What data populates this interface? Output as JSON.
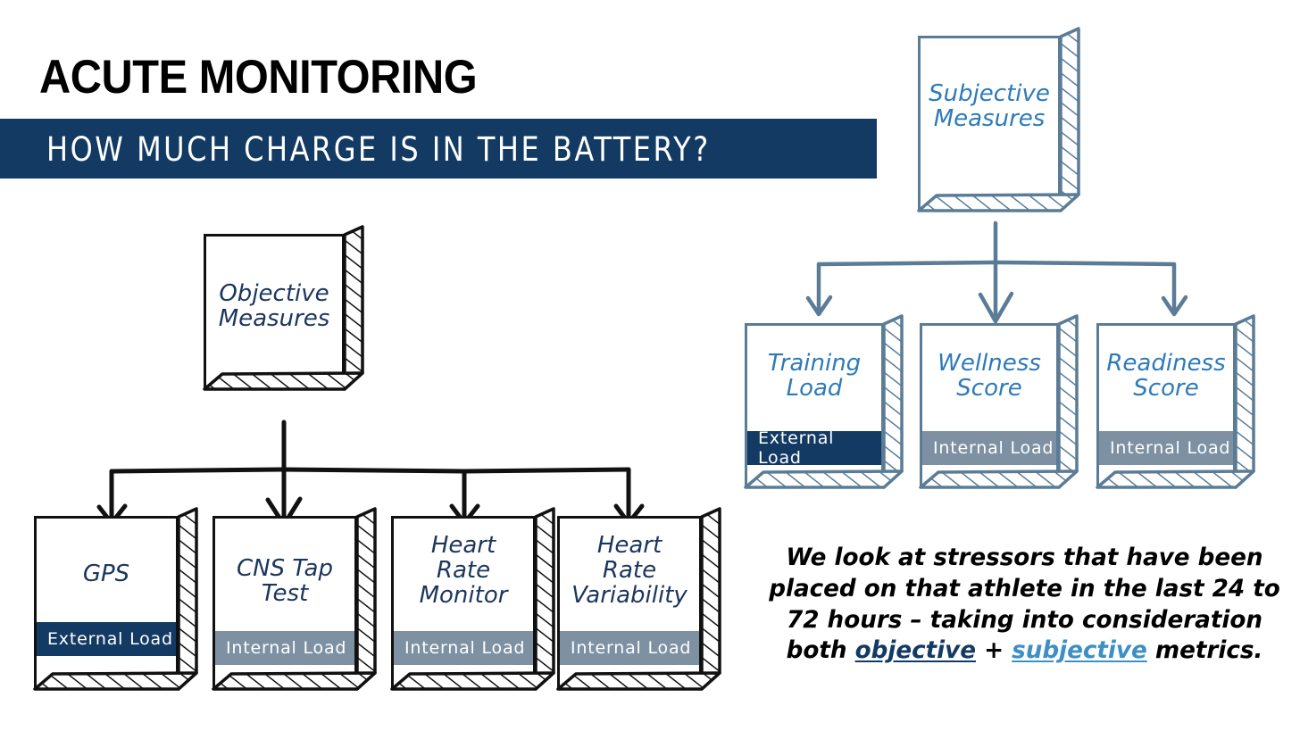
{
  "header": {
    "title": "ACUTE MONITORING",
    "banner_text": "HOW MUCH CHARGE IS IN THE BATTERY?",
    "banner_color": "#123A63"
  },
  "colors": {
    "navy": "#123A63",
    "dark_navy_text": "#1B365D",
    "medium_blue_text": "#2E7AB8",
    "gray_blue_band": "#7D91A3",
    "light_outline": "#5B7C96",
    "dark_outline": "#111111",
    "subjective_link": "#3E8FC4"
  },
  "objective": {
    "root": {
      "label": "Objective\nMeasures"
    },
    "children": [
      {
        "label": "GPS",
        "band": "External Load",
        "band_type": "external"
      },
      {
        "label": "CNS Tap\nTest",
        "band": "Internal Load",
        "band_type": "internal"
      },
      {
        "label": "Heart\nRate\nMonitor",
        "band": "Internal Load",
        "band_type": "internal"
      },
      {
        "label": "Heart\nRate\nVariability",
        "band": "Internal Load",
        "band_type": "internal"
      }
    ]
  },
  "subjective": {
    "root": {
      "label": "Subjective\nMeasures"
    },
    "children": [
      {
        "label": "Training\nLoad",
        "band": "External Load",
        "band_type": "external"
      },
      {
        "label": "Wellness\nScore",
        "band": "Internal Load",
        "band_type": "internal"
      },
      {
        "label": "Readiness\nScore",
        "band": "Internal Load",
        "band_type": "internal"
      }
    ]
  },
  "paragraph": {
    "line1": "We look at stressors that have been",
    "line2": "placed on that athlete in the last 24 to",
    "line3": "72 hours – taking into consideration",
    "line4_pre": "both ",
    "line4_obj": "objective",
    "line4_mid": " + ",
    "line4_subj": "subjective",
    "line4_post": " metrics."
  }
}
